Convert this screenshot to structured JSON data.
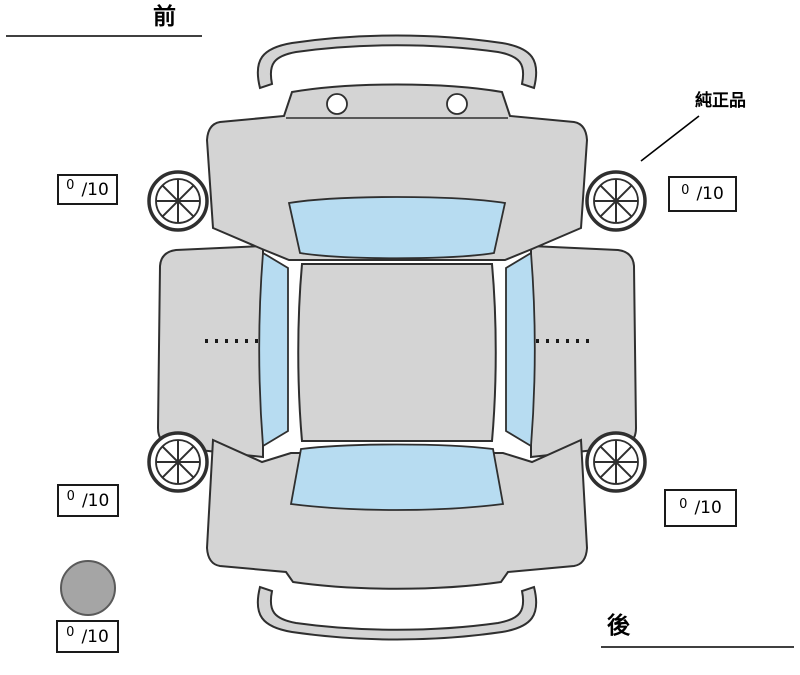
{
  "diagram": {
    "type": "vehicle-inspection-top-view",
    "front_label": "前",
    "rear_label": "後",
    "genuine_parts_label": "純正品"
  },
  "tread": {
    "front_left": {
      "value": "0",
      "denom": "/10"
    },
    "front_right": {
      "value": "0",
      "denom": "/10"
    },
    "rear_left": {
      "value": "0",
      "denom": "/10"
    },
    "rear_right": {
      "value": "0",
      "denom": "/10"
    },
    "spare": {
      "value": "0",
      "denom": "/10"
    }
  },
  "colors": {
    "body": "#d4d4d4",
    "glass": "#b7dcf1",
    "outline": "#2f2f2f",
    "spare_tire": "#a5a5a5",
    "background": "#ffffff"
  }
}
